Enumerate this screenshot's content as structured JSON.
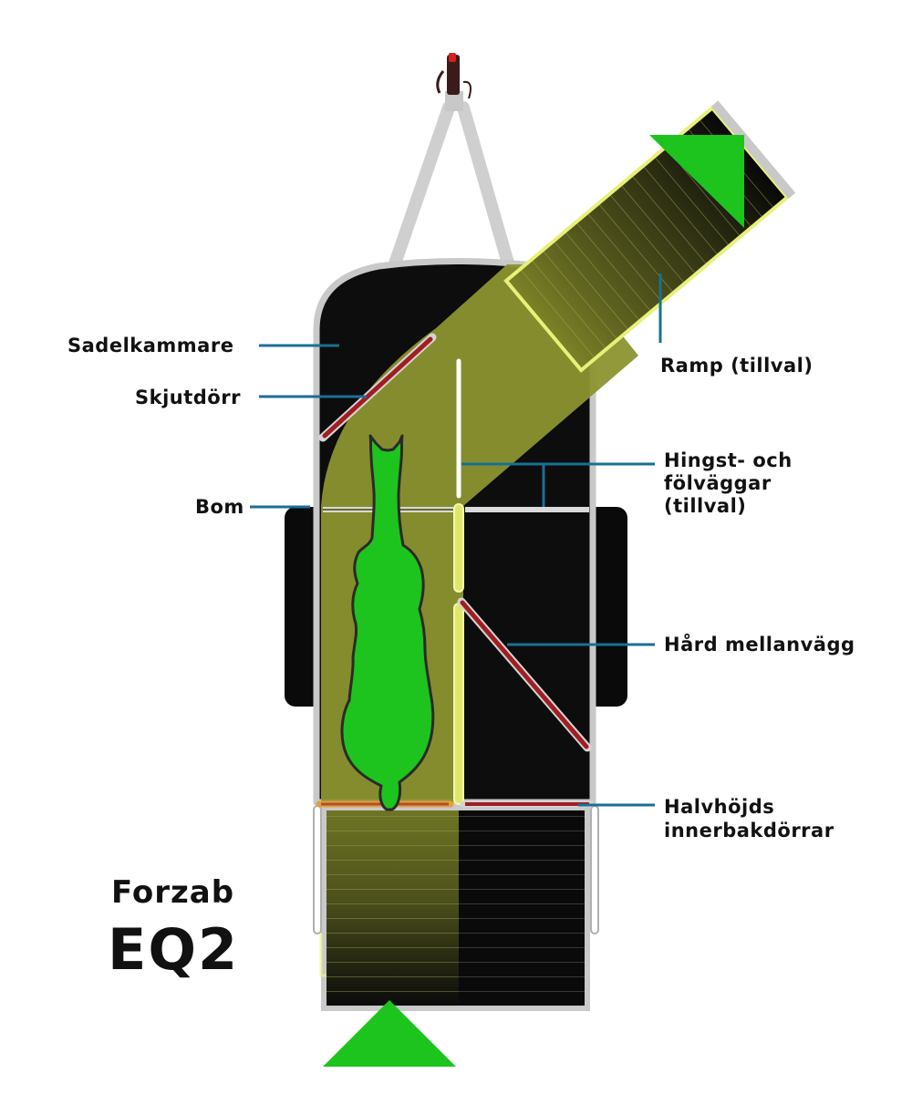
{
  "labels": {
    "sadelkammare": "Sadelkammare",
    "skjutdorr": "Skjutdörr",
    "bom": "Bom",
    "ramp": "Ramp (tillval)",
    "hingst_line1": "Hingst- och",
    "hingst_line2": "fölväggar",
    "hingst_line3": "(tillval)",
    "hard": "Hård mellanvägg",
    "halv_line1": "Halvhöjds",
    "halv_line2": "innerbakdörrar"
  },
  "brand": {
    "name": "Forzab",
    "model": "EQ2"
  },
  "colors": {
    "horse": "#1dc41d",
    "olive": "#8c9430",
    "ramp_arrow": "#1dc41d",
    "leader_line": "#1a6f93",
    "partition": "#a01e22",
    "trailer_body": "#0d0d0d",
    "frame": "#c9c9c9"
  }
}
